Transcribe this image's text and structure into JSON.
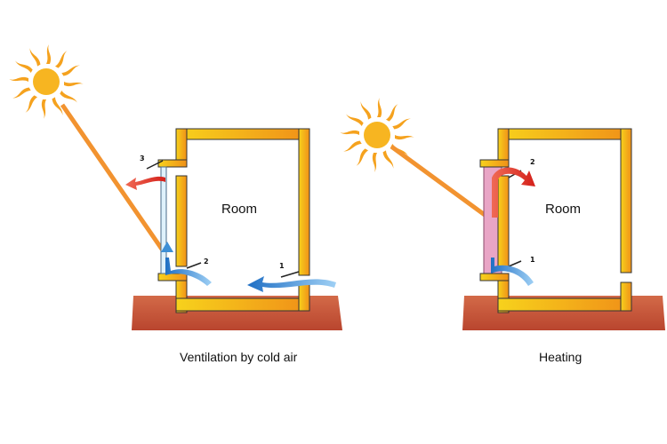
{
  "panels": [
    {
      "room_label": "Room",
      "caption": "Ventilation by cold air",
      "markers": [
        "1",
        "2",
        "3"
      ]
    },
    {
      "room_label": "Room",
      "caption": "Heating",
      "markers": [
        "1",
        "2"
      ]
    }
  ],
  "colors": {
    "wall_orange": "#f29a1e",
    "wall_yellow": "#f5d31c",
    "ground": "#c9583c",
    "sun": "#f5a21e",
    "cold_air": "#3d8fd6",
    "warm_air": "#e6332a",
    "heated_glass": "#e9a5c6"
  }
}
